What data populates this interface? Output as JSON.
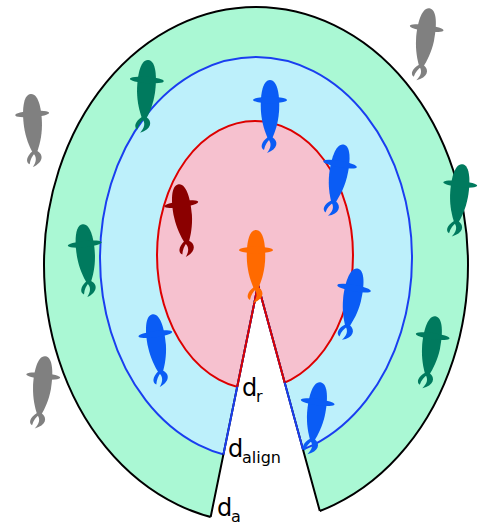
{
  "diagram": {
    "labels": [
      "d",
      "r",
      "d",
      "align",
      "d",
      "a"
    ]
  }
}
